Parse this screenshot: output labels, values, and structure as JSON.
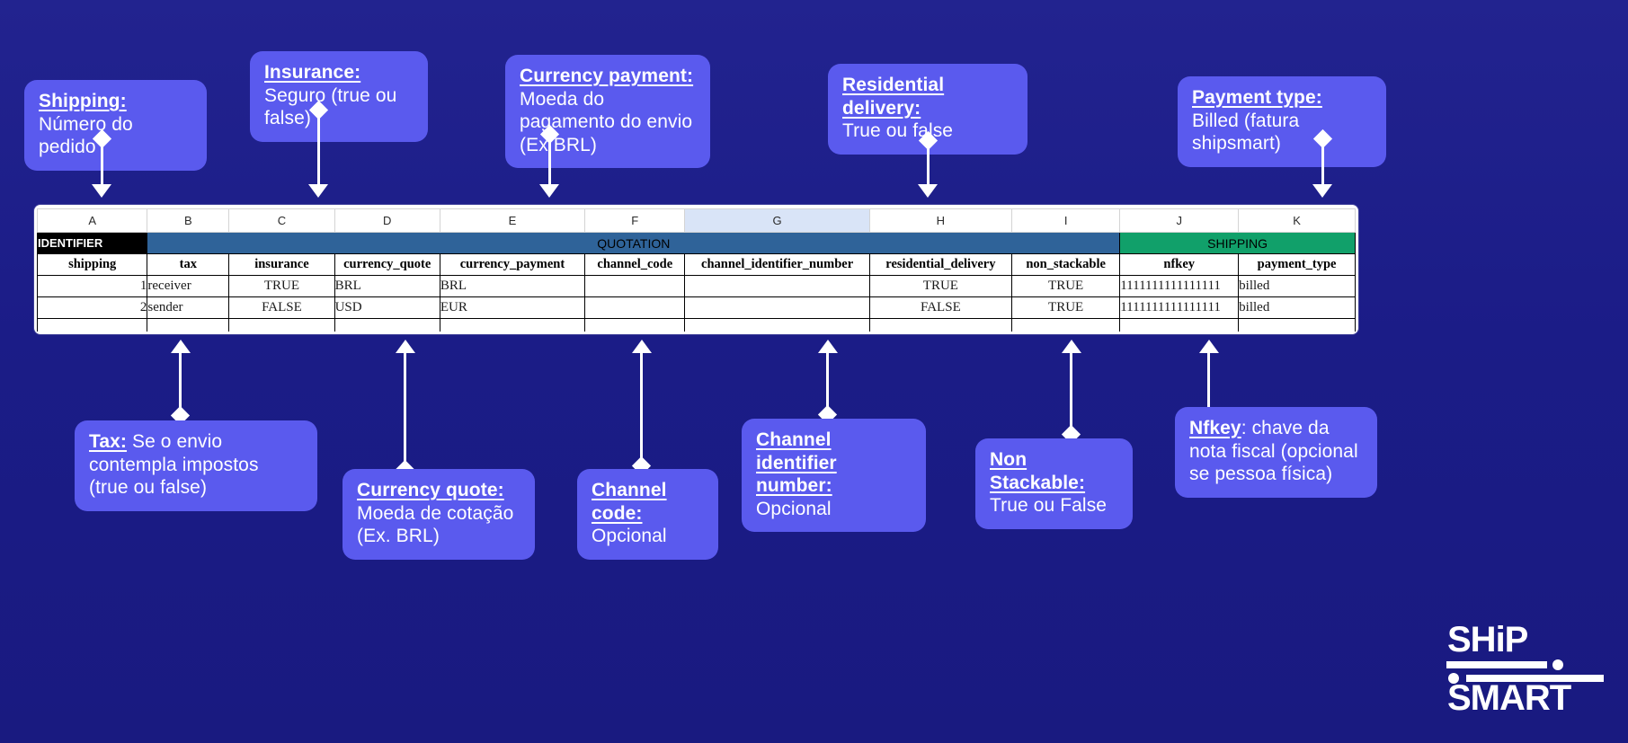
{
  "theme": {
    "background": "#1b1c87",
    "callout_bg": "#5a5aee",
    "connector": "#ffffff",
    "band_identifier_bg": "#000000",
    "band_quotation_bg": "#2f6399",
    "band_shipping_bg": "#11a06a",
    "selected_column_bg": "#d9e4f7"
  },
  "spreadsheet": {
    "column_letters": [
      "A",
      "B",
      "C",
      "D",
      "E",
      "F",
      "G",
      "H",
      "I",
      "J",
      "K"
    ],
    "selected_column": "G",
    "bands": [
      {
        "label": "IDENTIFIER",
        "span": 1,
        "style": "band-identifier"
      },
      {
        "label": "QUOTATION",
        "span": 8,
        "style": "band-quotation"
      },
      {
        "label": "SHIPPING",
        "span": 2,
        "style": "band-shipping"
      }
    ],
    "field_names": [
      "shipping",
      "tax",
      "insurance",
      "currency_quote",
      "currency_payment",
      "channel_code",
      "channel_identifier_number",
      "residential_delivery",
      "non_stackable",
      "nfkey",
      "payment_type"
    ],
    "rows": [
      {
        "cells": [
          {
            "value": "1",
            "align": "num"
          },
          {
            "value": "receiver",
            "align": "txt"
          },
          {
            "value": "TRUE",
            "align": "ctr"
          },
          {
            "value": "BRL",
            "align": "txt"
          },
          {
            "value": "BRL",
            "align": "txt"
          },
          {
            "value": "",
            "align": "txt"
          },
          {
            "value": "",
            "align": "txt"
          },
          {
            "value": "TRUE",
            "align": "ctr"
          },
          {
            "value": "TRUE",
            "align": "ctr"
          },
          {
            "value": "1111111111111111",
            "align": "txt"
          },
          {
            "value": "billed",
            "align": "txt"
          }
        ]
      },
      {
        "cells": [
          {
            "value": "2",
            "align": "num"
          },
          {
            "value": "sender",
            "align": "txt"
          },
          {
            "value": "FALSE",
            "align": "ctr"
          },
          {
            "value": "USD",
            "align": "txt"
          },
          {
            "value": "EUR",
            "align": "txt"
          },
          {
            "value": "",
            "align": "txt"
          },
          {
            "value": "",
            "align": "txt"
          },
          {
            "value": "FALSE",
            "align": "ctr"
          },
          {
            "value": "TRUE",
            "align": "ctr"
          },
          {
            "value": "1111111111111111",
            "align": "txt"
          },
          {
            "value": "billed",
            "align": "txt"
          }
        ]
      }
    ]
  },
  "callouts_top": [
    {
      "id": "shipping",
      "label": "Shipping:",
      "text": " Número do pedido"
    },
    {
      "id": "insurance",
      "label": "Insurance:",
      "text": " Seguro (true ou false)"
    },
    {
      "id": "currency-payment",
      "label": "Currency payment:",
      "text": "Moeda do pagamento do envio (Ex BRL)"
    },
    {
      "id": "residential-delivery",
      "label": "Residential delivery:",
      "text": "True ou false"
    },
    {
      "id": "payment-type",
      "label": "Payment type:",
      "text": " Billed (fatura shipsmart)"
    }
  ],
  "callouts_bottom": [
    {
      "id": "tax",
      "label": "Tax:",
      "text": " Se o envio contempla impostos (true ou false)"
    },
    {
      "id": "currency-quote",
      "label": "Currency quote:",
      "text": "Moeda de cotação (Ex. BRL)"
    },
    {
      "id": "channel-code",
      "label": "Channel code:",
      "text": "Opcional"
    },
    {
      "id": "channel-identifier-number",
      "label": "Channel identifier number:",
      "text": " Opcional"
    },
    {
      "id": "non-stackable",
      "label": "Non Stackable:",
      "text": "True ou False"
    },
    {
      "id": "nfkey",
      "label": "Nfkey",
      "text": ": chave da nota fiscal (opcional se pessoa física)"
    }
  ],
  "logo": {
    "line1": "SHiP",
    "line2": "SMART"
  }
}
